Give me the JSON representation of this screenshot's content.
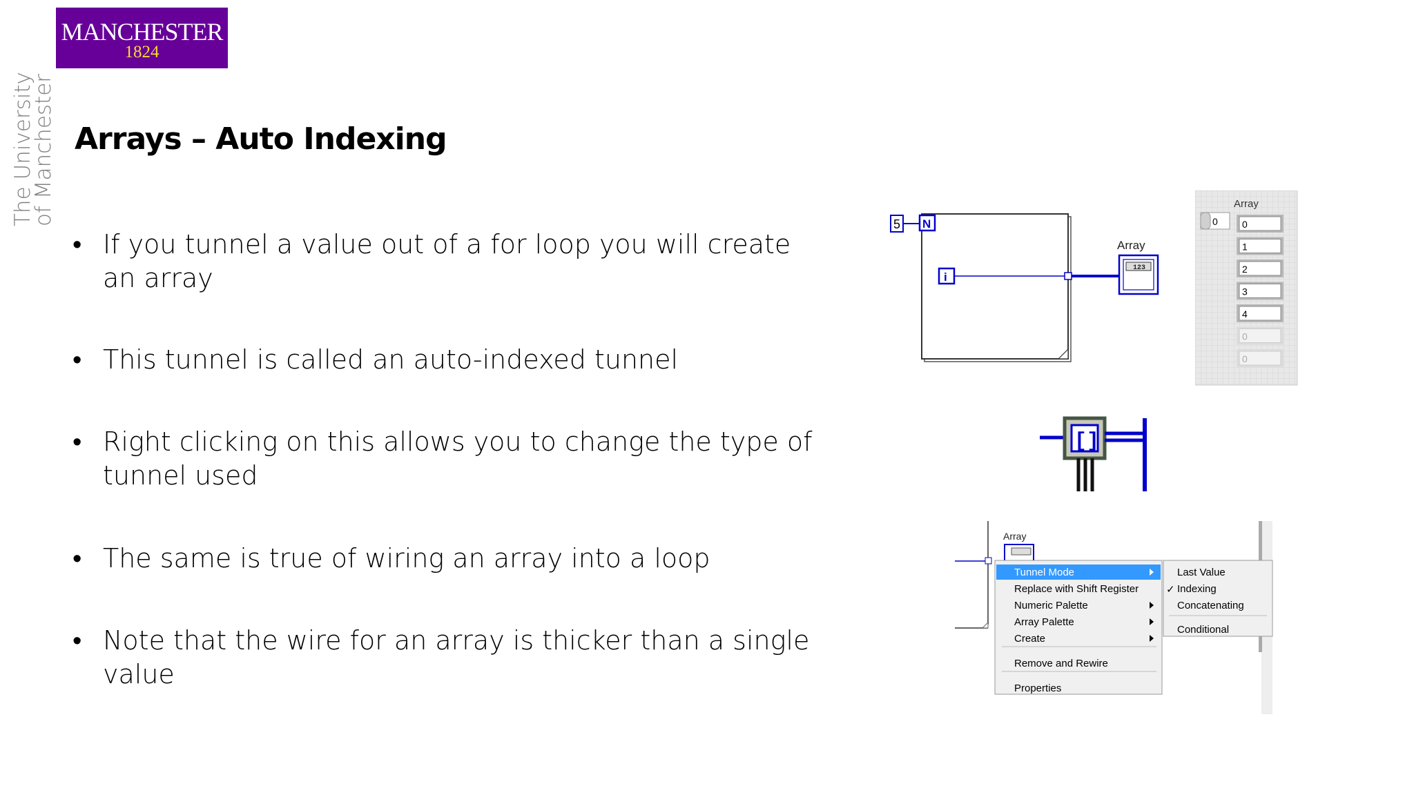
{
  "logo": {
    "name": "MANCHESTER",
    "year": "1824"
  },
  "sidebar_brand": {
    "line1": "The University",
    "line2": "of Manchester"
  },
  "slide": {
    "title": "Arrays – Auto Indexing",
    "bullets": [
      "If you tunnel a value out of a for loop you will create an array",
      "This tunnel is called an auto-indexed tunnel",
      "Right clicking on this allows you to change the type of tunnel used",
      "The same is true of wiring an array into a loop",
      "Note that the wire for an array is thicker than a single value"
    ]
  },
  "diagram": {
    "count_constant": "5",
    "count_terminal": "N",
    "iteration_terminal": "i",
    "indicator_label": "Array",
    "indicator_type": "123"
  },
  "front_panel": {
    "label": "Array",
    "index_value": "0",
    "elements": [
      "0",
      "1",
      "2",
      "3",
      "4",
      "0",
      "0"
    ],
    "active_count": 5
  },
  "context_menu": {
    "array_label": "Array",
    "items": [
      {
        "label": "Tunnel Mode",
        "submenu": true,
        "highlighted": true
      },
      {
        "label": "Replace with Shift Register",
        "submenu": false
      },
      {
        "label": "Numeric Palette",
        "submenu": true
      },
      {
        "label": "Array Palette",
        "submenu": true
      },
      {
        "label": "Create",
        "submenu": true
      },
      {
        "label": "Remove and Rewire",
        "submenu": false
      },
      {
        "label": "Properties",
        "submenu": false
      }
    ],
    "submenu_items": [
      {
        "label": "Last Value",
        "checked": false
      },
      {
        "label": "Indexing",
        "checked": true
      },
      {
        "label": "Concatenating",
        "checked": false
      },
      {
        "label": "Conditional",
        "checked": false
      }
    ]
  },
  "colors": {
    "brand_purple": "#660099",
    "brand_gold": "#fdd835",
    "wire_blue": "#0000cc",
    "menu_highlight": "#3399ff"
  }
}
